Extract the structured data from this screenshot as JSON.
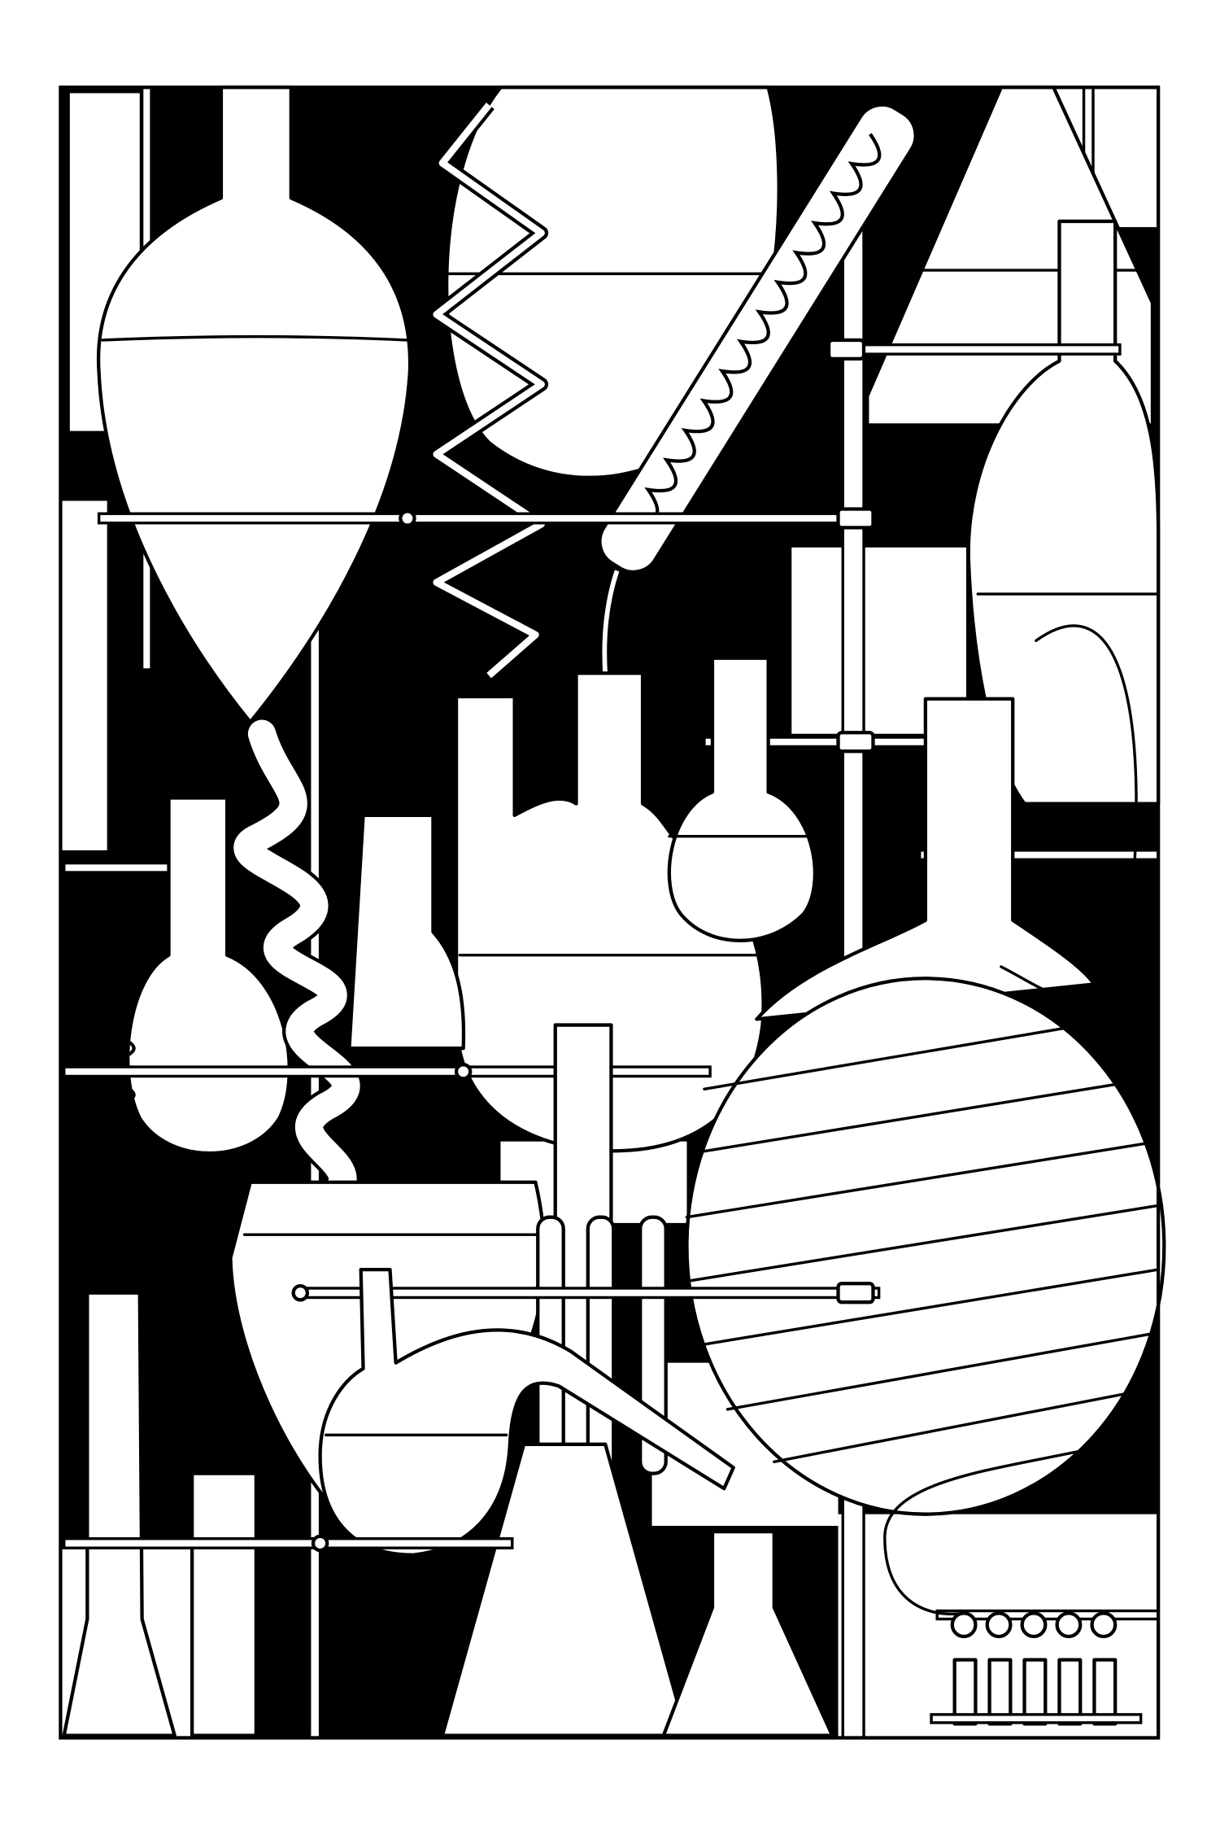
{
  "artwork": {
    "kind": "line-art coloring illustration",
    "subject_icons": [
      "separatory-funnel",
      "round-bottom-flask",
      "condenser",
      "zigzag-coil",
      "three-neck-flask",
      "erlenmeyer-flask",
      "retort",
      "test-tubes",
      "graduated-cylinder",
      "beaker",
      "spring-coil",
      "ring-stand-rods",
      "clamps"
    ],
    "colors": {
      "ink": "#000000",
      "paper": "#ffffff"
    }
  }
}
